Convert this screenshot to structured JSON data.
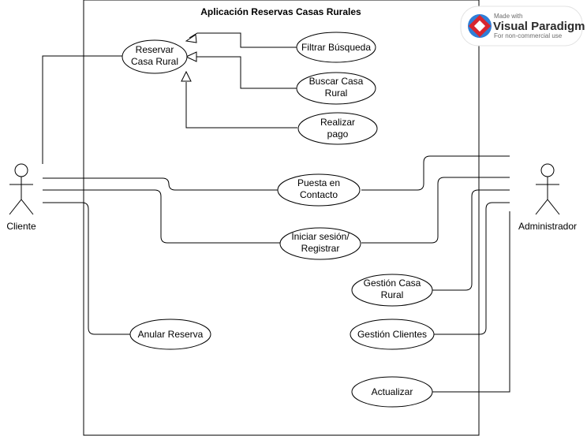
{
  "system": {
    "title": "Aplicación Reservas Casas Rurales"
  },
  "actors": {
    "cliente": "Cliente",
    "administrador": "Administrador"
  },
  "use_cases": {
    "reservar": [
      "Reservar",
      "Casa Rural"
    ],
    "filtrar": [
      "Filtrar Búsqueda"
    ],
    "buscar": [
      "Buscar Casa",
      "Rural"
    ],
    "pago": [
      "Realizar",
      "pago"
    ],
    "contacto": [
      "Puesta en",
      "Contacto"
    ],
    "sesion": [
      "Iniciar sesión/",
      "Registrar"
    ],
    "gestion_casa": [
      "Gestión Casa",
      "Rural"
    ],
    "anular": [
      "Anular Reserva"
    ],
    "gestion_clientes": [
      "Gestión Clientes"
    ],
    "actualizar": [
      "Actualizar"
    ]
  },
  "watermark": {
    "line1": "Made with",
    "line2": "Visual Paradigm",
    "line3": "For non-commercial use"
  },
  "colors": {
    "line": "#000000",
    "watermark_red": "#d8262f",
    "watermark_blue": "#2f7fd8"
  }
}
